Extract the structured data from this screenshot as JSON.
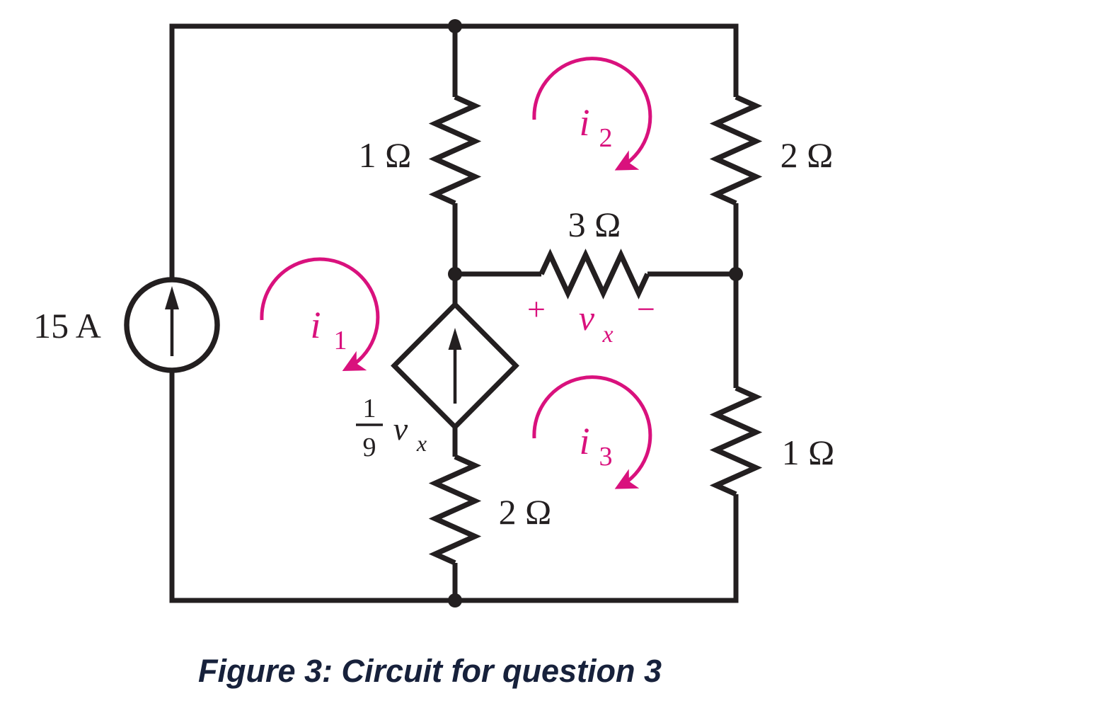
{
  "caption": "Figure 3: Circuit for question 3",
  "colors": {
    "wire": "#231f20",
    "mesh_accent": "#d9117d",
    "caption_text": "#17213b"
  },
  "current_source": {
    "label": "15 A"
  },
  "resistors": {
    "top_middle": "1 Ω",
    "top_right": "2 Ω",
    "middle_horizontal": "3 Ω",
    "bottom_middle": "2 Ω",
    "bottom_right": "1 Ω"
  },
  "dependent_source": {
    "frac_numerator": "1",
    "frac_denominator": "9",
    "var_base": "v",
    "var_sub": "x"
  },
  "vx_marking": {
    "plus": "+",
    "var_base": "v",
    "var_sub": "x",
    "minus": "−"
  },
  "mesh_currents": {
    "i1": {
      "base": "i",
      "sub": "1"
    },
    "i2": {
      "base": "i",
      "sub": "2"
    },
    "i3": {
      "base": "i",
      "sub": "3"
    }
  }
}
